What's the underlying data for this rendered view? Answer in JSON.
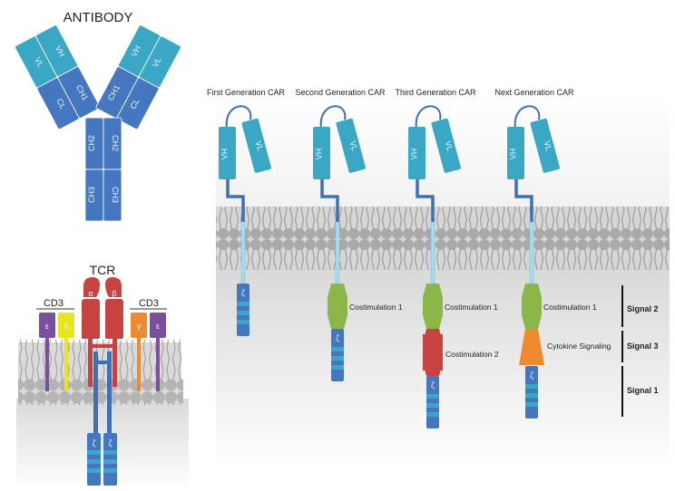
{
  "antibody": {
    "title": "ANTIBODY",
    "domains": {
      "vl": "VL",
      "vh": "VH",
      "ch1": "CH1",
      "cl": "CL",
      "ch2": "CH2",
      "ch3": "CH3"
    }
  },
  "tcr": {
    "title": "TCR",
    "cd3_left_label": "CD3",
    "cd3_right_label": "CD3",
    "chains": {
      "epsilon": "ε",
      "delta": "δ",
      "alpha": "α",
      "beta": "β",
      "gamma": "γ",
      "zeta": "ζ"
    }
  },
  "cars": [
    {
      "title": "First Generation CAR",
      "vh": "VH",
      "vl": "VL",
      "zeta": "ζ"
    },
    {
      "title": "Second Generation CAR",
      "vh": "VH",
      "vl": "VL",
      "zeta": "ζ",
      "costim1": "Costimulation 1"
    },
    {
      "title": "Third Generation CAR",
      "vh": "VH",
      "vl": "VL",
      "zeta": "ζ",
      "costim1": "Costimulation 1",
      "costim2": "Costimulation 2"
    },
    {
      "title": "Next Generation CAR",
      "vh": "VH",
      "vl": "VL",
      "zeta": "ζ",
      "costim1": "Costimulation 1",
      "cytokine": "Cytokine Signaling"
    }
  ],
  "signals": {
    "signal2": "Signal 2",
    "signal3": "Signal 3",
    "signal1": "Signal 1"
  },
  "colors": {
    "variable": "#3aa7c4",
    "constant": "#4477c0",
    "linker": "#3f6fb5",
    "tm": "#a8dcea",
    "costim1": "#8ab748",
    "costim2": "#c8423f",
    "cytokine": "#f08a2e",
    "tcr_red": "#c8423f",
    "cd3_epsilon": "#7a4f9e",
    "cd3_delta": "#e6e619",
    "cd3_gamma": "#f08a2e",
    "membrane": "#b0b0b0"
  }
}
